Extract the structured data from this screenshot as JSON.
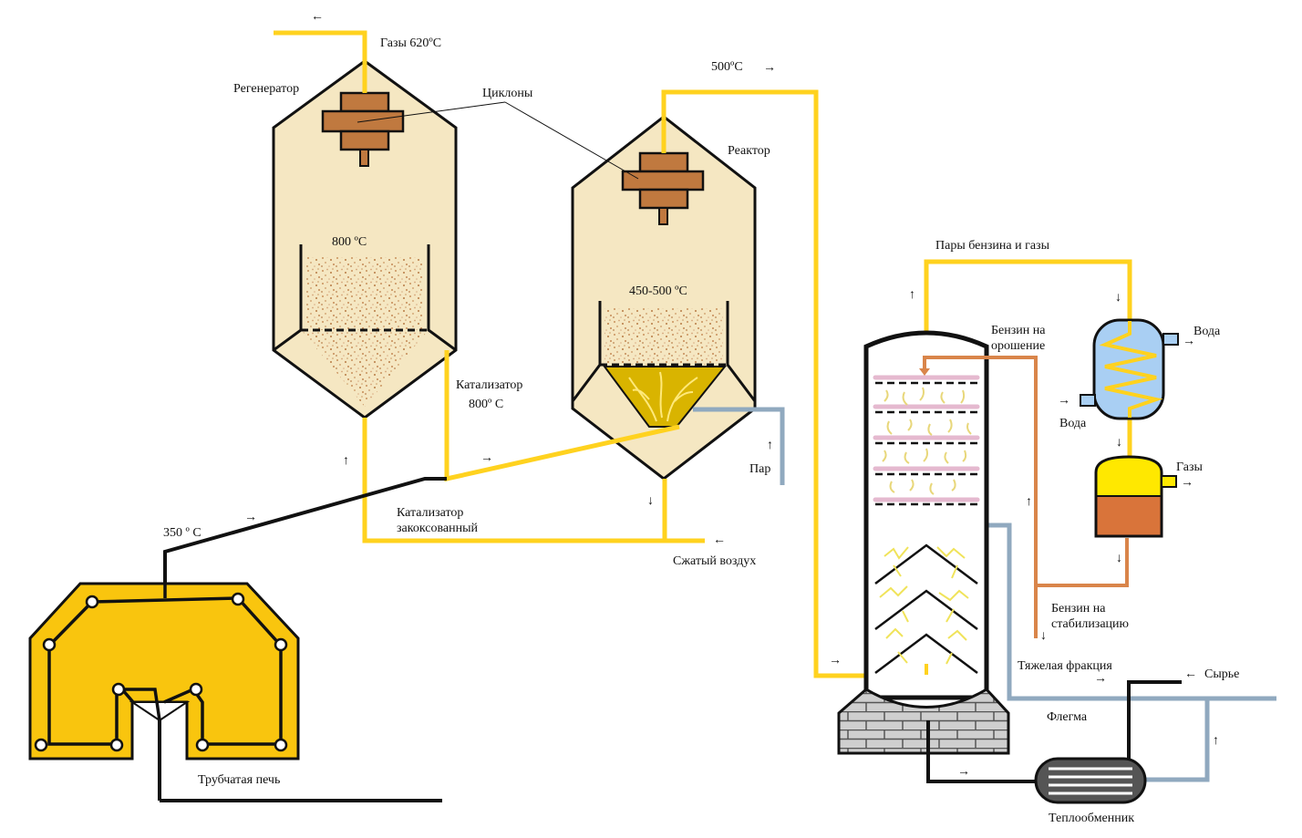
{
  "labels": {
    "regenerator": "Регенератор",
    "gases_620": "Газы 620ºС",
    "cyclones": "Циклоны",
    "reactor": "Реактор",
    "temp_500": "500ºС",
    "temp_800": "800 ºС",
    "temp_450_500": "450-500 ºС",
    "catalyst": "Катализатор",
    "catalyst_800": "800º С",
    "steam": "Пар",
    "coked_catalyst_1": "Катализатор",
    "coked_catalyst_2": "закоксованный",
    "compressed_air": "Сжатый воздух",
    "temp_350": "350 º С",
    "tube_furnace": "Трубчатая печь",
    "vapors_gas": "Пары бензина и газы",
    "reflux_gasoline_1": "Бензин на",
    "reflux_gasoline_2": "орошение",
    "water_out": "Вода",
    "water_in": "Вода",
    "gases": "Газы",
    "stab_gasoline_1": "Бензин на",
    "stab_gasoline_2": "стабилизацию",
    "heavy_fraction": "Тяжелая фракция",
    "raw_material": "Сырье",
    "phlegm": "Флегма",
    "heat_exchanger": "Теплообменник"
  },
  "arrows": {
    "left": "←",
    "right": "→",
    "up": "↑",
    "down": "↓"
  },
  "colors": {
    "yellow_line": "#FFD21F",
    "vessel_fill": "#F5E7C2",
    "cyclone": "#C0793F",
    "catalyst_bed": "#D9A679",
    "furnace": "#F9C50E",
    "steam_line": "#90A9BF",
    "reflux_line": "#D9854A",
    "condenser": "#A9CFF3",
    "separator_top": "#FFE800",
    "separator_bottom": "#D9743A",
    "brick": "#CFCFCF",
    "tray_pink": "#E5B9CF"
  }
}
